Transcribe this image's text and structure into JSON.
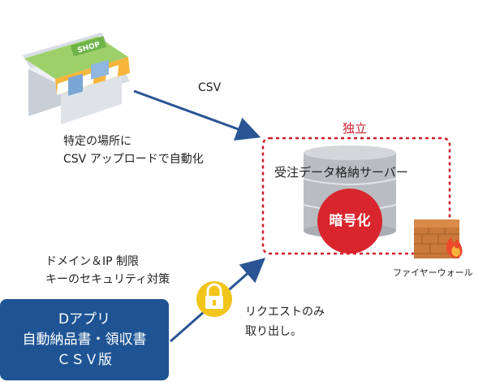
{
  "shop_sign": "SHOP",
  "csv_label": "CSV",
  "upload_note": [
    "特定の場所に",
    "CSV アップロードで自動化"
  ],
  "independent_label": "独立",
  "server_label": "受注データ格納サーバー",
  "encryption_label": "暗号化",
  "firewall_label": "ファイヤーウォール",
  "security_note": [
    "ドメイン＆IP 制限",
    "キーのセキュリティ対策"
  ],
  "request_note": [
    "リクエストのみ",
    "取り出し。"
  ],
  "app_box": [
    "Dアプリ",
    "自動納品書・領収書",
    "ＣＳＶ版"
  ],
  "colors": {
    "arrow": "#2a5595",
    "dashed_border": "#cc1f2b",
    "encryption": "#d9252d",
    "app_box": "#1f5494",
    "lock": "#f2c51a"
  }
}
